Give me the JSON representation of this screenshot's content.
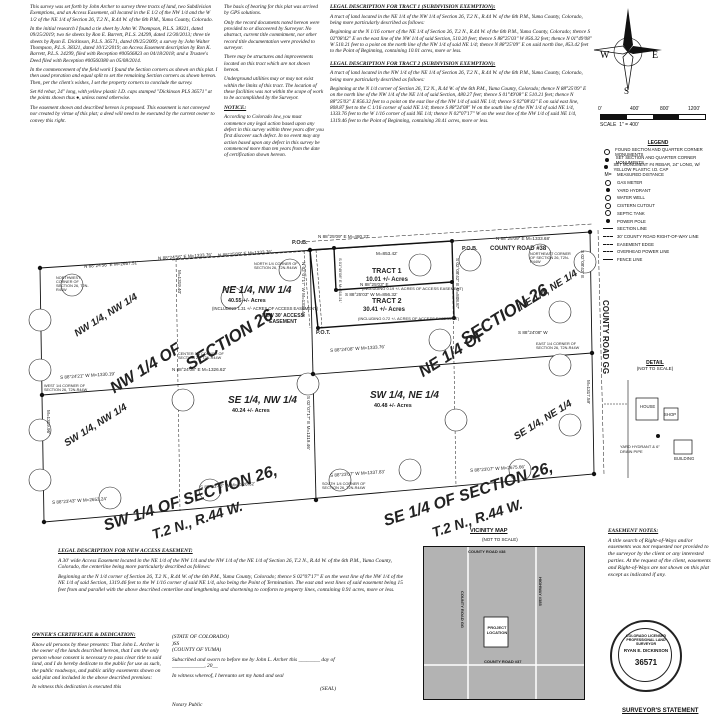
{
  "notes": {
    "p1": "This survey was set forth by John Archer to survey three tracts of land, two Subdivision Exemptions, and an Access Easement, all located in the E 1/2 of the NW 1/4 and the W 1/2 of the NE 1/4 of Section 26, T.2 N., R.44 W. of the 6th P.M., Yuma County, Colorado.",
    "p2": "In the initial research I found a tie sheet by John W. Thompson, P.L.S. 38321, dated 09/25/2019; two tie sheets by Ron E. Barrett, P.L.S. 24299, dated 12/30/2013; three tie sheets by Ryan E. Dickinson, P.L.S. 36571, dated 09/25/2009; a survey by John Walter Thompson, P.L.S. 38321, dated 10/12/2019; an Access Easement description by Ron K. Barrett, P.L.S. 24299, filed with Reception #00566823 on 04/18/2018; and a Trustee's Deed filed with Reception #00560380 on 05/08/2014.",
    "p3": "In the commencement of the field work I found the Section corners as shown on this plat. I then used proration and equal split to set the remaining Section corners as shown hereon. Then, per the client's wishes, I set the property corners to conclude the survey.",
    "p4": "Set #4 rebar, 24\" long, with yellow plastic I.D. caps stamped \"Dickinson PLS 36571\" at the points shown thus ●, unless noted otherwise.",
    "p5": "The easement shown and described hereon is proposed. This easement is not conveyed nor created by virtue of this plat; a deed will need to be executed by the current owner to convey this right.",
    "bearing": "The basis of bearing for this plat was arrived by GPS solutions.",
    "records": "Only the record documents noted hereon were provided to or discovered by Surveyor. No abstract, current title commitment, nor other record title documentation were provided to surveyor.",
    "struct": "There may be structures and improvements located on this tract which are not shown hereon.",
    "utilities": "Underground utilities may or may not exist within the limits of this tract. The location of these facilities was not within the scope of work to be accomplished by the Surveyor.",
    "notice_title": "NOTICE:",
    "notice": "According to Colorado law, you must commence any legal action based upon any defect in this survey within three years after you first discover such defect. In no event may any action based upon any defect in this survey be commenced more than ten years from the date of certification shown hereon."
  },
  "tract1": {
    "title": "LEGAL DESCRIPTION FOR TRACT 1 (SUBDIVISION EXEMPTION):",
    "p1": "A tract of land located in the NE 1/4 of the NW 1/4 of Section 26, T.2 N., R.44 W. of the 6th P.M., Yuma County, Colorado, being more particularly described as follows:",
    "p2": "Beginning at the N 1/16 corner of the NE 1/4 of Section 26, T.2 N., R.44 W. of the 6th P.M., Yuma County, Colorado; thence S 02°08'42\" E on the east line of the NW 1/4 of said Section, 510.20 feet; thence S 88°25'03\" W 856.32 feet; thence N 01°49'08\" W 510.21 feet to a point on the north line of the NW 1/4 of said NE 1/4; thence N 88°25'09\" E on said north line, 853.42 feet to the Point of Beginning, containing 10.01 acres, more or less."
  },
  "tract2": {
    "title": "LEGAL DESCRIPTION FOR TRACT 2 (SUBDIVISION EXEMPTION):",
    "p1": "A tract of land located in the NW 1/4 of the NE 1/4 of Section 26, T.2 N., R.44 W. of the 6th P.M., Yuma County, Colorado, being more particularly described as follows:",
    "p2": "Beginning at the N 1/4 corner of Section 26, T.2 N., R.44 W. of the 6th P.M., Yuma County, Colorado; thence N 88°25'09\" E on the north line of the NW 1/4 of the NE 1/4 of said Section, 480.27 feet; thence S 01°49'08\" E 510.21 feet; thence N 88°25'03\" E 856.32 feet to a point on the east line of the NW 1/4 of said NE 1/4; thence S 02°08'42\" E on said east line, 808.87 feet to the C 1/16 corner of said NE 1/4; thence S 88°24'08\" W on the south line of the NW 1/4 of said NE 1/4, 1333.76 feet to the W 1/16 corner of said NE 1/4; thence N 02°07'17\" W on the west line of the NW 1/4 of said NE 1/4, 1319.46 feet to the Point of Beginning, containing 30.41 acres, more or less."
  },
  "easement_desc": {
    "title": "LEGAL DESCRIPTION FOR NEW ACCESS EASEMENT:",
    "p1": "A 30' wide Access Easement located in the NE 1/4 of the NW 1/4 and the NW 1/4 of the NE 1/4 of Section 26, T.2 N., R.44 W. of the 6th P.M., Yuma County, Colorado, the centerline being more particularly described as follows:",
    "p2": "Beginning at the N 1/4 corner of Section 26, T.2 N., R.44 W. of the 6th P.M., Yuma County, Colorado; thence S 02°07'17\" E on the west line of the NW 1/4 of the NE 1/4 of said Section, 1319.46 feet to the W 1/16 corner of said NE 1/4, also being the Point of Termination. The east and west lines of said easement being 15 feet from and parallel with the above described centerline and lengthening and shortening to conform to property lines, containing 0.91 acres, more or less."
  },
  "owner": {
    "title": "OWNER'S CERTIFICATE & DEDICATION:",
    "p1": "Know all persons by these presents: That John L. Archer is the owner of the lands described hereon, that I am the only person whose consent is necessary to pass clear title to said land, and I do hereby dedicate to the public for use as such, the public roadways, and public utility easements shown on said plat and included in the above described premises:",
    "p2": "In witness this dedication is executed this"
  },
  "notary": {
    "state": "(STATE OF COLORADO)",
    "ss": ")SS",
    "county": "(COUNTY OF YUMA)",
    "p1": "Subscribed and sworn to before me by John L. Archer this ________ day of ____________, 20__",
    "p2": "In witness whereof, I hereunto set my hand and seal",
    "seal": "(SEAL)",
    "pub": "Notary Public"
  },
  "easement_notes": {
    "title": "EASEMENT NOTES:",
    "text": "A title search of Right-of-Ways and/or easements was not requested nor provided to the surveyor by the client or any interested parties. At the request of the client, easements and Right-of-Ways are not shown on this plat except as indicated if any."
  },
  "vicinity": {
    "title": "VICINITY MAP",
    "note": "(NOT TO SCALE)",
    "road38": "COUNTY ROAD #38",
    "road37": "COUNTY ROAD #37",
    "road_gg": "COUNTY ROAD GG",
    "project": "PROJECT LOCATION",
    "hwy": "HIGHWAY #385"
  },
  "surveyor_statement": "SURVEYOR'S STATEMENT",
  "seal": {
    "outer": "COLORADO LICENSED PROFESSIONAL LAND SURVEYOR",
    "name": "RYAN E. DICKINSON",
    "num": "36571"
  },
  "compass": {
    "n": "N",
    "s": "S",
    "e": "E",
    "w": "W"
  },
  "scale": {
    "t0": "0'",
    "t1": "400'",
    "t2": "800'",
    "t3": "1200'",
    "label": "SCALE",
    "ratio": "1\" = 400'"
  },
  "legend": {
    "title": "LEGEND",
    "items": [
      "FOUND SECTION AND QUARTER CORNER MONUMENTS",
      "SET SECTION AND QUARTER CORNER MONUMENTS",
      "SET MONUMENT #4 REBAR, 24\" LONG, W/ YELLOW PLASTIC I.D. CAP",
      "MEASURED DISTANCE",
      "GAS METER",
      "YARD HYDRANT",
      "WATER WELL",
      "CISTERN CUTOUT",
      "SEPTIC TANK",
      "POWER POLE",
      "SECTION LINE",
      "30' COUNTY ROAD RIGHT-OF-WAY LINE",
      "EASEMENT EDGE",
      "OVERHEAD POWER LINE",
      "FENCE LINE"
    ]
  },
  "detail": {
    "title": "DETAIL",
    "note": "(NOT TO SCALE)",
    "house": "HOUSE",
    "shop": "SHOP",
    "hydrant": "YARD HYDRANT & 6\" DRAIN PIPE",
    "bldg": "BUILDING"
  },
  "plat": {
    "section26_a": "SECTION 26",
    "section26_b": "SECTION 26",
    "nw_nw": "NW 1/4, NW 1/4",
    "ne_nw": "NE 1/4, NW 1/4",
    "ne_nw_ac": "40.55 +/- Acres",
    "ne_nw_sub": "(INCLUDING 1.31 +/- ACRES OF ACCESS EASEMENT)",
    "tract1": "TRACT 1",
    "tract1_ac": "10.01 +/- Acres",
    "tract1_sub": "(INCLUDING 0.19 +/- ACRES OF ACCESS EASEMENT)",
    "tract2": "TRACT 2",
    "tract2_ac": "30.41 +/- Acres",
    "tract2_sub": "(INCLUDING 0.72 +/- ACRES OF ACCESS EASEMENT)",
    "ne_ne": "NE 1/4, NE 1/4",
    "nw_quarter": "NW 1/4 OF",
    "ne_quarter": "NE 1/4 OF",
    "se_nw": "SE 1/4, NW 1/4",
    "se_nw_ac": "40.24 +/- Acres",
    "sw_ne": "SW 1/4, NE 1/4",
    "sw_ne_ac": "40.48 +/- Acres",
    "sw_nw": "SW 1/4, NW 1/4",
    "se_ne": "SE 1/4, NE 1/4",
    "sw_quarter": "SW 1/4 OF SECTION 26,",
    "sw_twp": "T.2 N., R.44 W.",
    "se_quarter": "SE 1/4 OF SECTION 26,",
    "se_twp": "T.2 N., R.44 W.",
    "new_easement": "NEW 30' ACCESS EASEMENT",
    "pob": "P.O.B.",
    "pob2": "P.O.B.",
    "pot": "P.O.T.",
    "county_road38": "COUNTY ROAD #38",
    "county_road_gg": "COUNTY ROAD GG",
    "b1": "N 88°24'56\" E",
    "d1": "M=2667.51'",
    "b2": "N 88°24'56\" E",
    "d2": "M=1333.76'",
    "b3": "N 88°25'09\" E",
    "d3": "M=1333.76'",
    "b4": "N 88°25'09\" E",
    "d4": "M=480.27'",
    "b5": "M=853.42'",
    "b6": "N 88°25'09\" E",
    "d6": "M=1333.68'",
    "b7": "S 88°25'03\" W",
    "d7": "M=856.32'",
    "b8": "N 88°25'03\" E",
    "b9": "S 88°24'08\" W",
    "d9": "M=1333.76'",
    "b10": "S 88°24'08\" W",
    "b11": "S 88°24'21\" W",
    "d11": "M=1330.19'",
    "b12": "S 88°23'07\" W",
    "d12": "M=1337.83'",
    "b13": "S 88°23'07\" W",
    "d13": "M=2675.66'",
    "b14": "S 88°23'43\" W",
    "d14": "M=1326.62'",
    "b15": "S 88°23'43\" W",
    "d15": "M=2653.24'",
    "b16": "N 88°24'08\" E",
    "d16": "M=1326.62'",
    "v1": "N 02°07'17\" W M=1319.46'",
    "v2": "S 01°49'08\" E M=510.21'",
    "v3": "S 02°08'42\" E M=808.87'",
    "v4": "M=1319.40'",
    "v5": "M=1319.96'",
    "v6": "S 02°07'17\" E M=1319.46'",
    "v7": "M=1317.59'",
    "v8": "S 02°08'42\" E",
    "nw_corner": "NORTHWEST CORNER OF SECTION 26, T2N-R44W",
    "n_quarter": "NORTH 1/4 CORNER OF SECTION 26, T2N-R44W",
    "ne_corner": "NORTHEAST CORNER OF SECTION 26, T2N-R44W",
    "center": "CENTER 1/4 CORNER OF SECTION 26, T2N-R44W",
    "w_quarter": "WEST 1/4 CORNER OF SECTION 26, T2N-R44W",
    "e_quarter": "EAST 1/4 CORNER OF SECTION 26, T2N-R44W",
    "s_quarter": "SOUTH 1/4 CORNER OF SECTION 26, T2N-R44W"
  }
}
